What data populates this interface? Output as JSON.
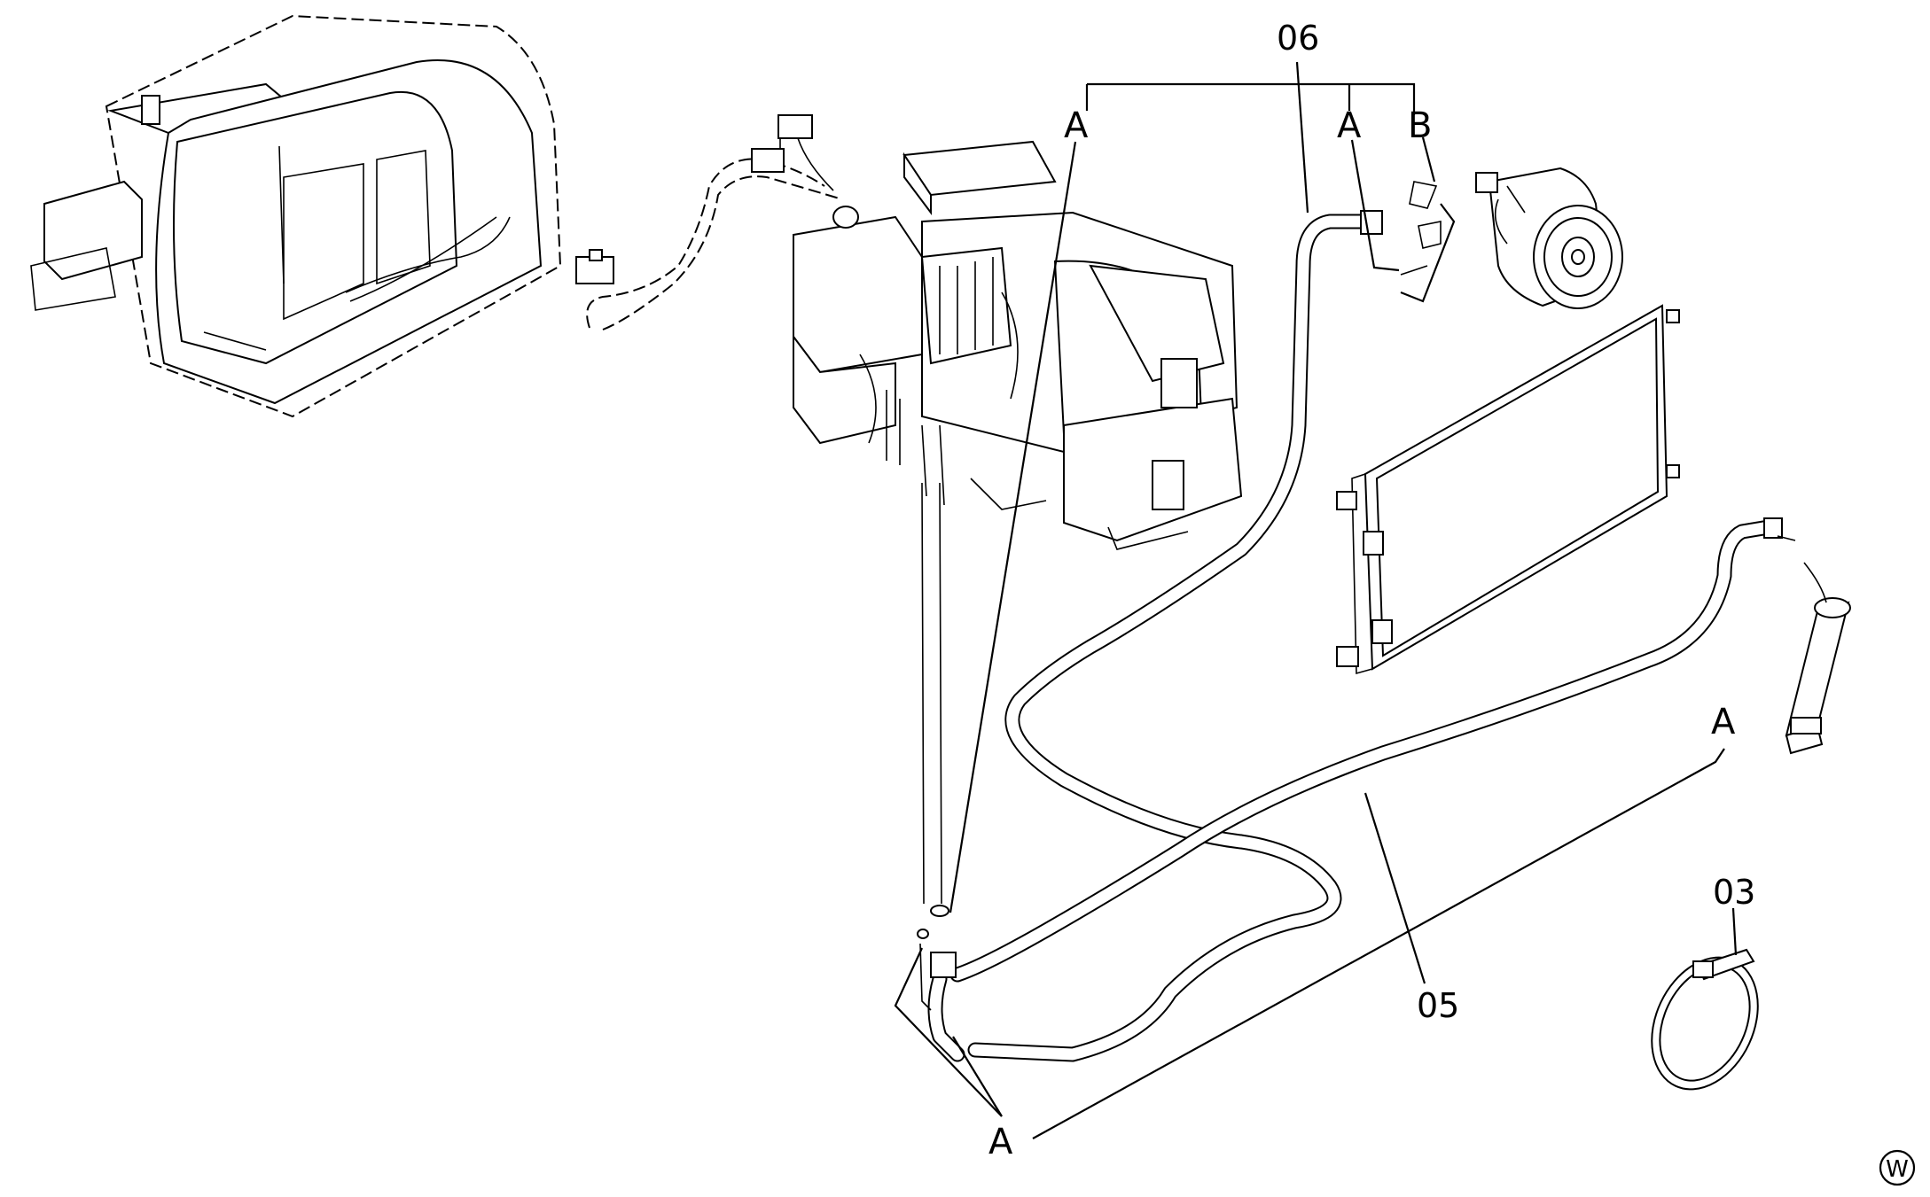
{
  "labels": {
    "p06": "06",
    "p05": "05",
    "p03": "03",
    "a1": "A",
    "a2": "A",
    "a3": "A",
    "a4": "A",
    "b1": "B",
    "mark": "W"
  }
}
